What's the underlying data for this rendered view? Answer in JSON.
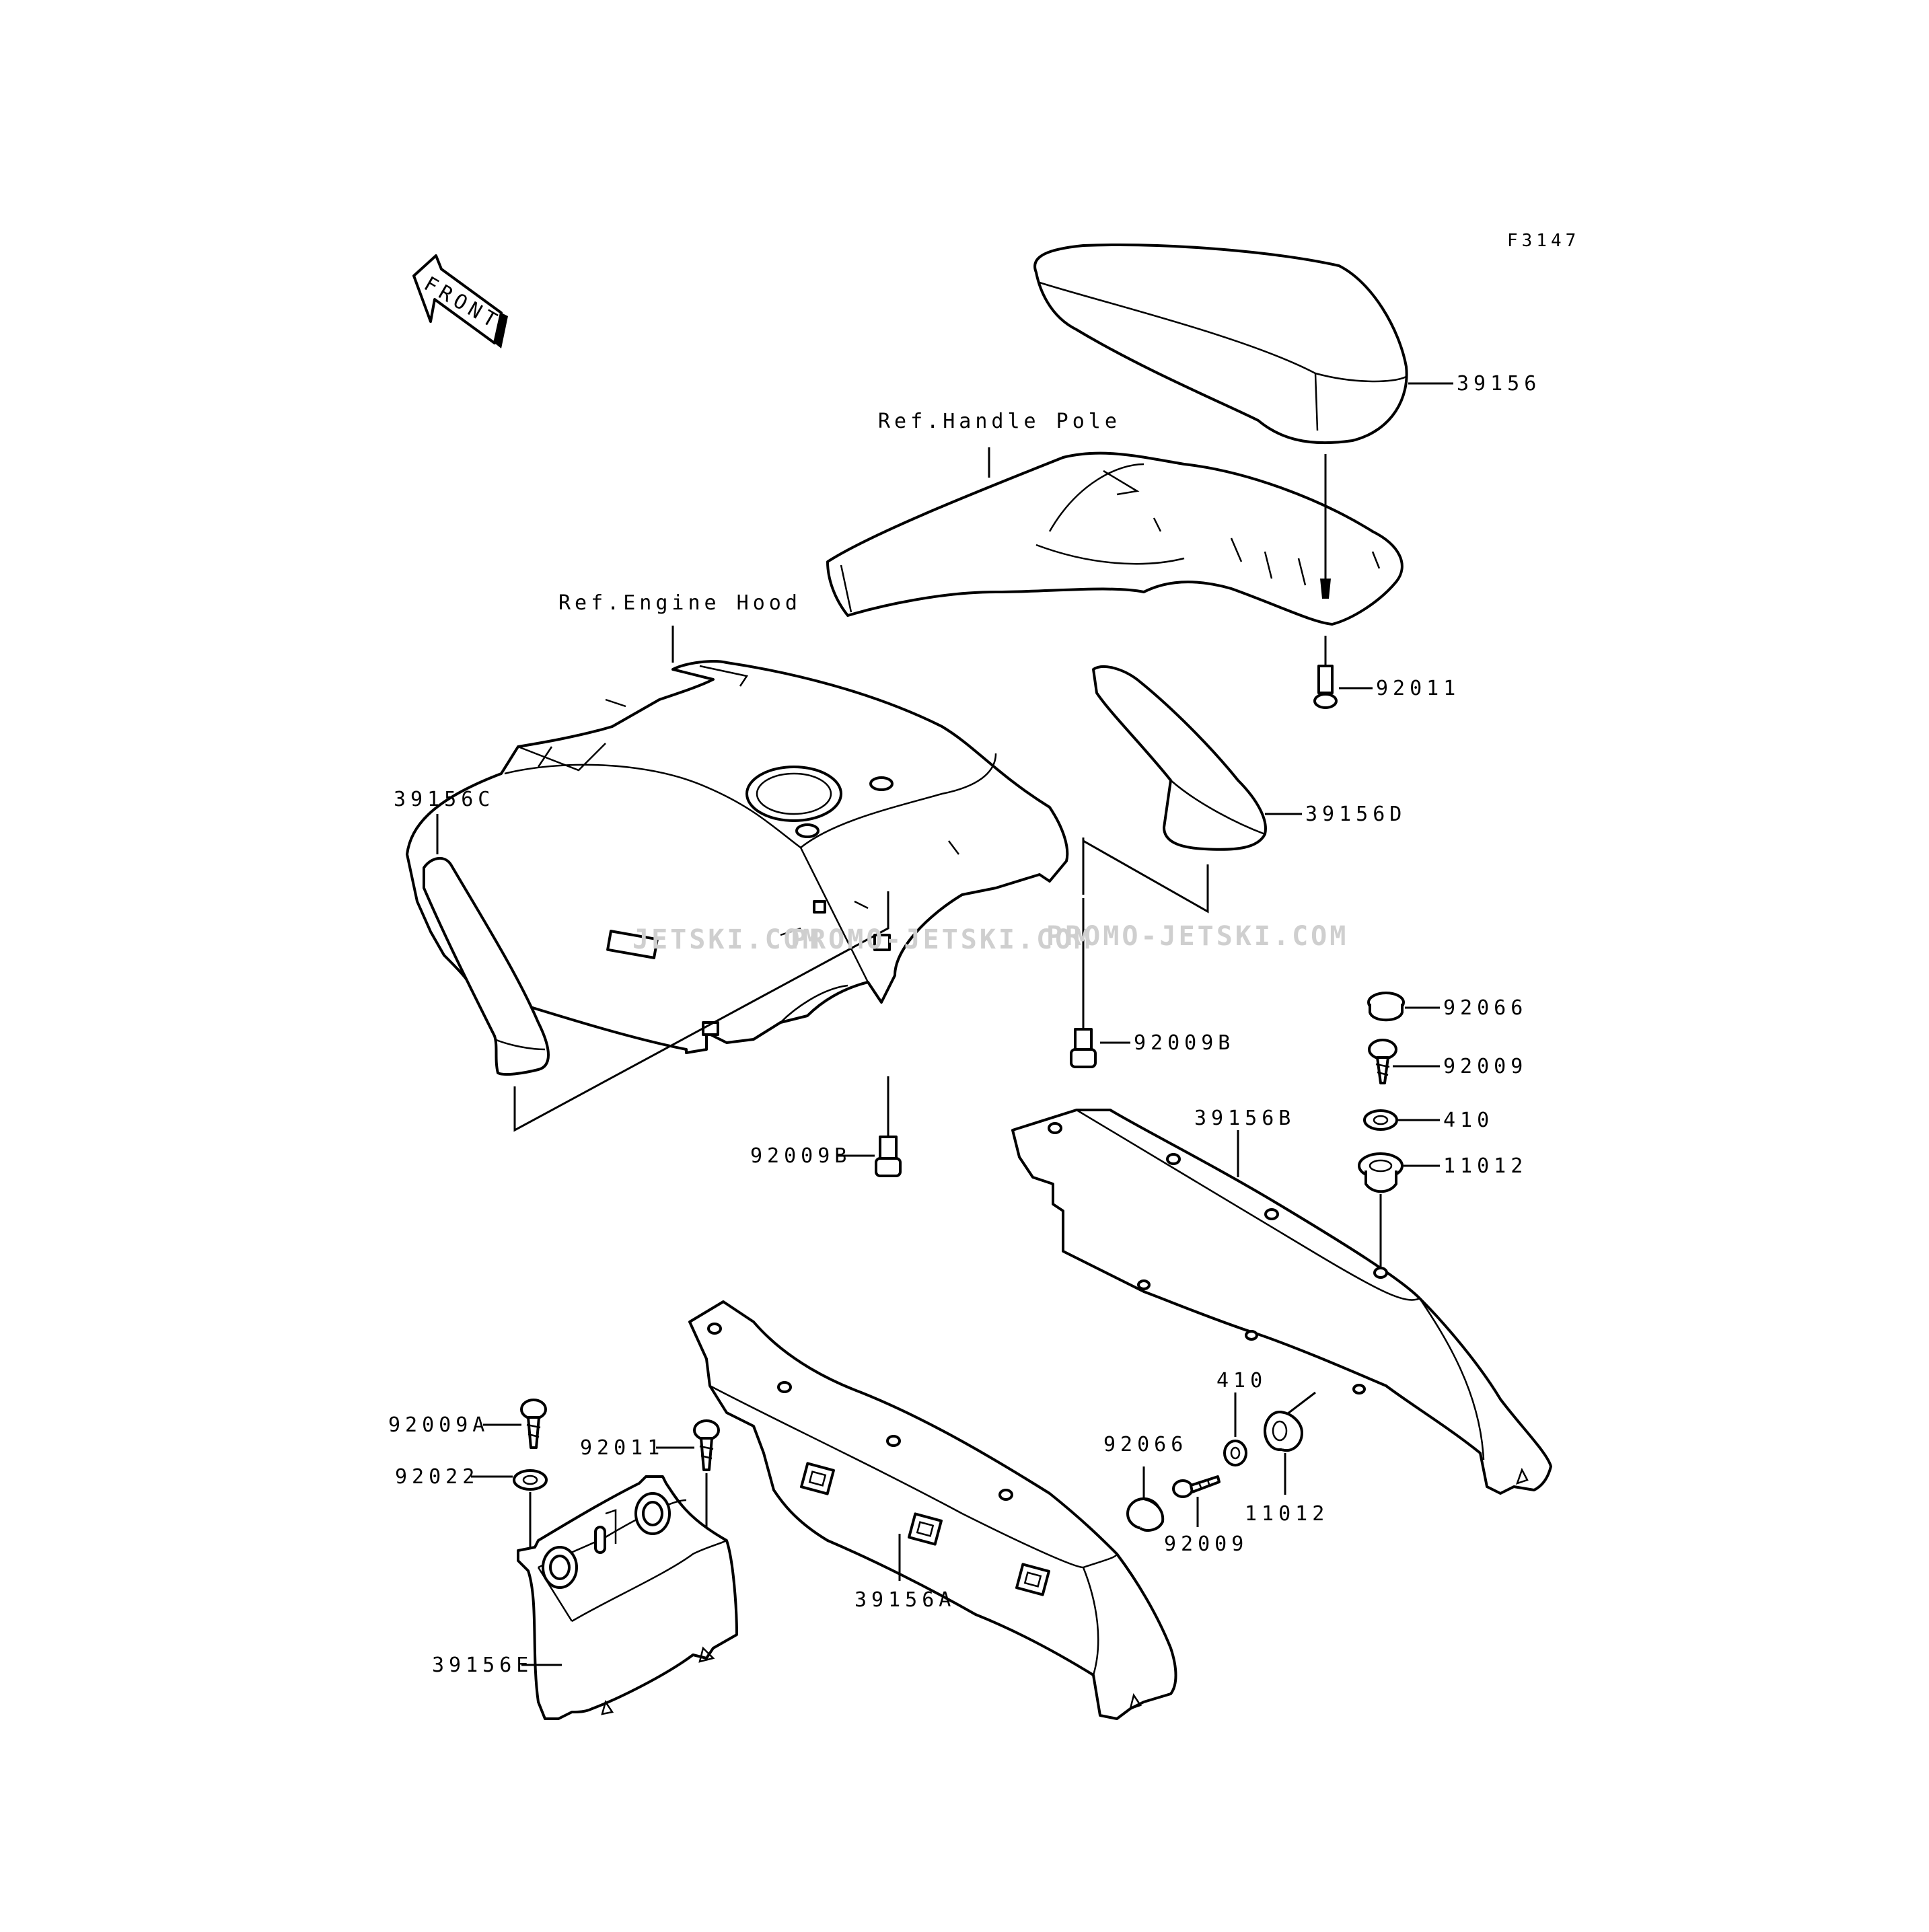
{
  "drawing_code": "F3147",
  "front_label": "FRONT",
  "references": {
    "handle_pole": "Ref.Handle Pole",
    "engine_hood": "Ref.Engine Hood"
  },
  "parts": {
    "p39156": "39156",
    "p92011_top": "92011",
    "p39156D": "39156D",
    "p39156C": "39156C",
    "p92009B_right": "92009B",
    "p92009B_left": "92009B",
    "p92066_top": "92066",
    "p92009_top": "92009",
    "p410_top": "410",
    "p11012_top": "11012",
    "p39156B": "39156B",
    "p410_bottom": "410",
    "p92066_bottom": "92066",
    "p11012_bottom": "11012",
    "p92009_bottom": "92009",
    "p92009A": "92009A",
    "p92011_bottom": "92011",
    "p92022": "92022",
    "p39156A": "39156A",
    "p39156E": "39156E"
  },
  "watermarks": [
    "JETSKI.COM",
    "PROMO-JETSKI.COM",
    "PROMO-JETSKI.COM"
  ]
}
